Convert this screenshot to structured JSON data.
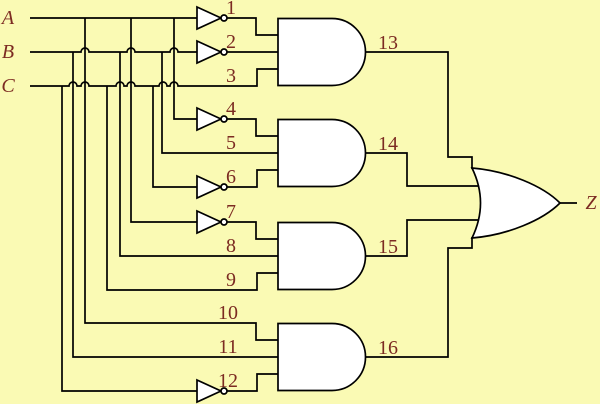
{
  "colors": {
    "background": "#FAFAB4",
    "wire": "#000000",
    "label": "#7C2B22",
    "gate_fill": "#FFFFFF"
  },
  "labels": {
    "inputs": [
      "A",
      "B",
      "C"
    ],
    "output": "Z",
    "lines": [
      "1",
      "2",
      "3",
      "4",
      "5",
      "6",
      "7",
      "8",
      "9",
      "10",
      "11",
      "12"
    ],
    "gates": [
      "13",
      "14",
      "15",
      "16"
    ]
  },
  "circuit": {
    "type": "three-input sum-of-products logic circuit",
    "inverted_lines": [
      "1",
      "2",
      "4",
      "6",
      "7",
      "12"
    ],
    "and_gates": [
      {
        "label": "13",
        "inputs": [
          "1",
          "2",
          "3"
        ]
      },
      {
        "label": "14",
        "inputs": [
          "4",
          "5",
          "6"
        ]
      },
      {
        "label": "15",
        "inputs": [
          "7",
          "8",
          "9"
        ]
      },
      {
        "label": "16",
        "inputs": [
          "10",
          "11",
          "12"
        ]
      }
    ],
    "or_gate": {
      "inputs": [
        "13",
        "14",
        "15",
        "16"
      ],
      "output": "Z"
    }
  }
}
